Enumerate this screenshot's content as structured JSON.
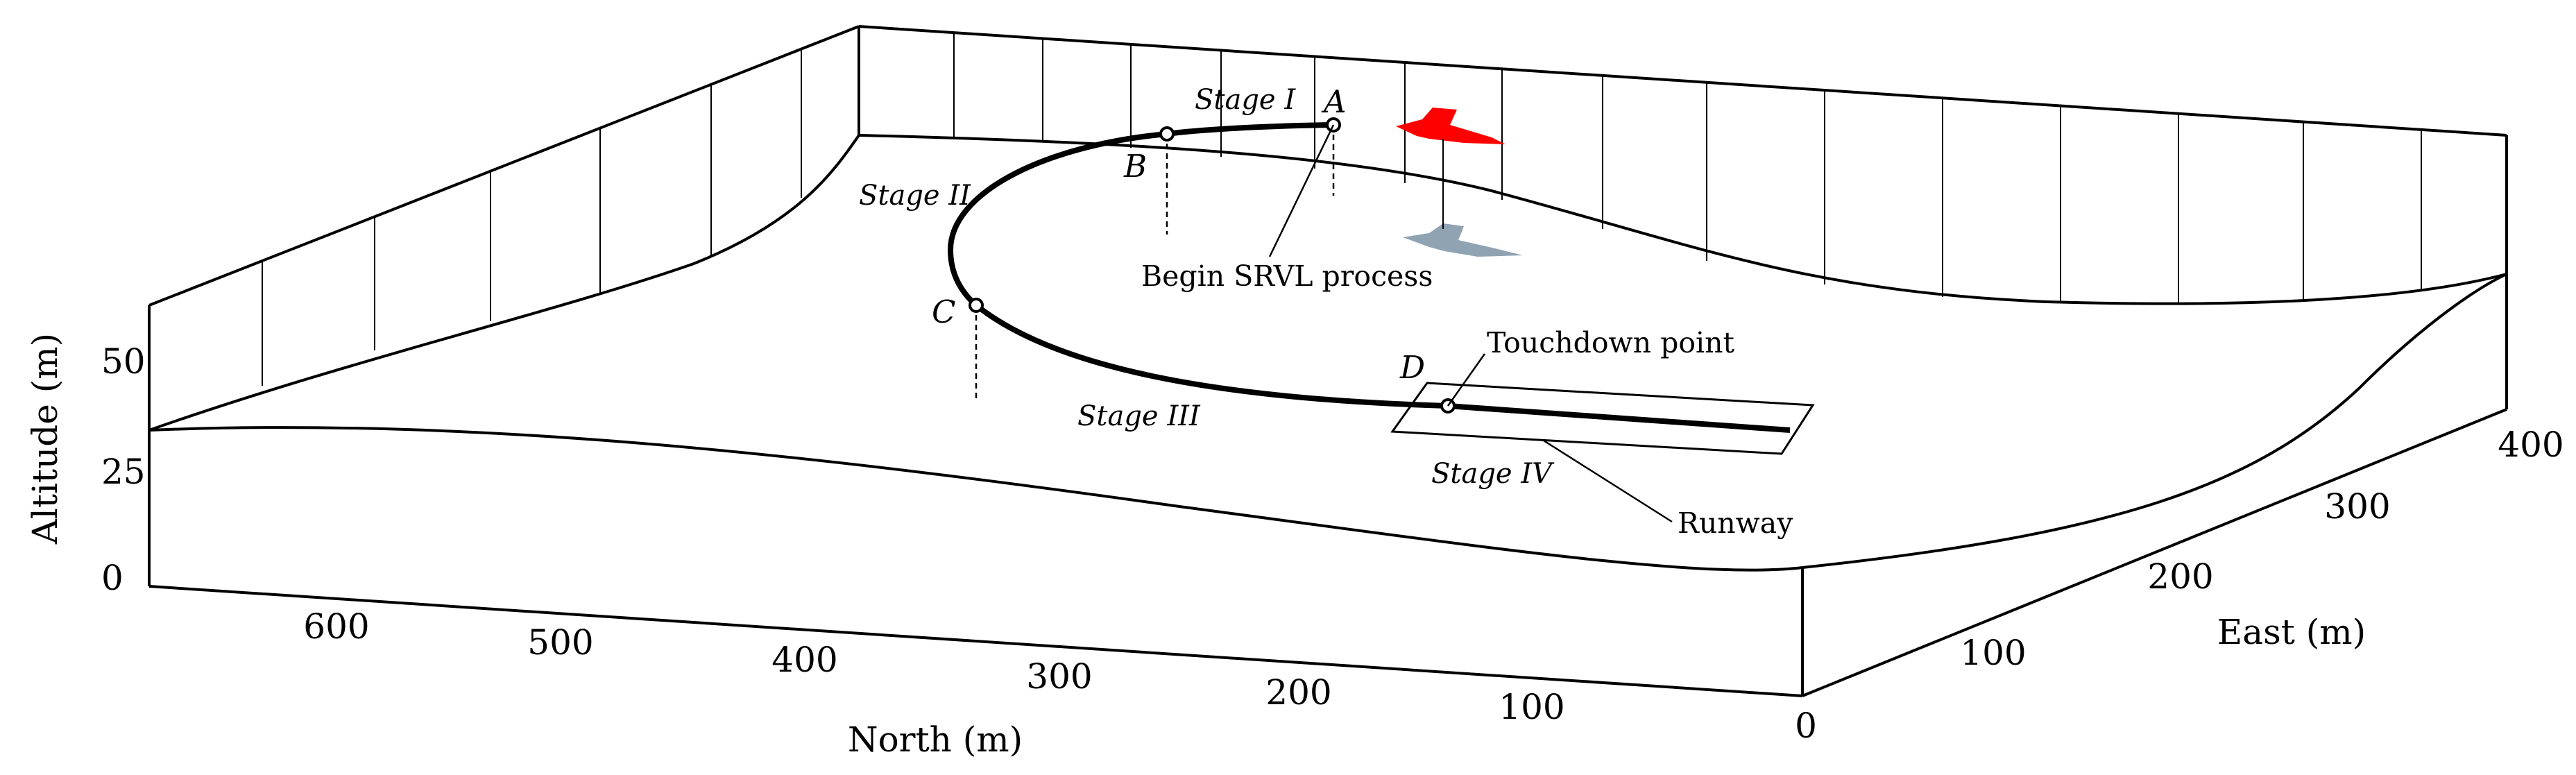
{
  "axes": {
    "altitude_label": "Altitude (m)",
    "north_label": "North (m)",
    "east_label": "East (m)",
    "altitude_ticks": [
      "0",
      "25",
      "50"
    ],
    "north_ticks": [
      "600",
      "500",
      "400",
      "300",
      "200",
      "100"
    ],
    "east_ticks": [
      "0",
      "100",
      "200",
      "300",
      "400"
    ]
  },
  "trajectory": {
    "stages": [
      "Stage I",
      "Stage II",
      "Stage III",
      "Stage IV"
    ],
    "points": [
      "A",
      "B",
      "C",
      "D"
    ]
  },
  "annotations": {
    "begin": "Begin SRVL process",
    "touchdown": "Touchdown point",
    "runway": "Runway"
  },
  "colors": {
    "aircraft": "#ff0000",
    "shadow": "#8fa3b3",
    "trajectory": "#000000"
  },
  "icons": {
    "aircraft": "aircraft-icon",
    "shadow": "aircraft-shadow-icon"
  }
}
